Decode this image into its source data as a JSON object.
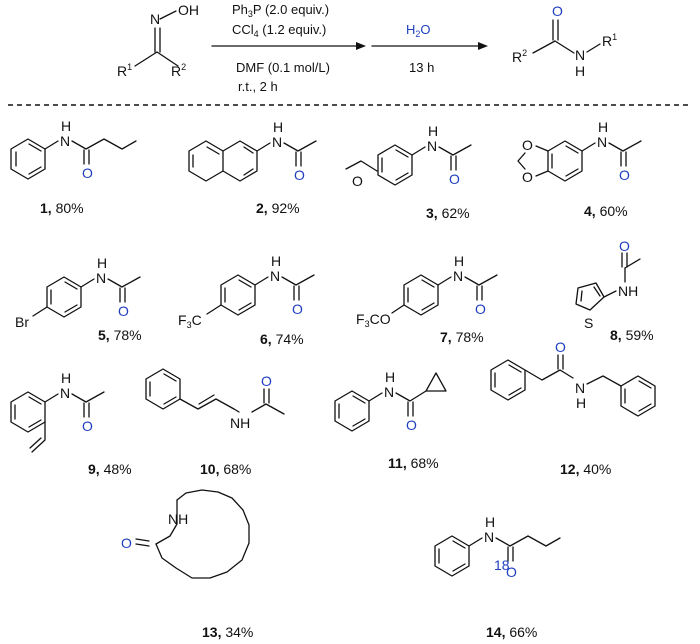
{
  "reaction": {
    "reagent_1": "Ph3P (2.0 equiv.)",
    "reagent_2": "CCl4 (1.2 equiv.)",
    "solvent": "DMF (0.1 mol/L)",
    "condition_1": "r.t., 2 h",
    "reagent_3": "H2O",
    "condition_2": "13 h",
    "oxime_group": "OH",
    "sub_r1": "1",
    "sub_r2": "2",
    "product_o": "O"
  },
  "atoms": {
    "O": "O",
    "H": "H",
    "N": "N",
    "NH": "NH",
    "S": "S",
    "Br": "Br",
    "O_ring": "O",
    "ch3o": "O",
    "f3c": "F3C",
    "f3co": "F3CO",
    "iso18": "18"
  },
  "compounds": [
    {
      "id": "1",
      "yield": "80%"
    },
    {
      "id": "2",
      "yield": "92%"
    },
    {
      "id": "3",
      "yield": "62%"
    },
    {
      "id": "4",
      "yield": "60%"
    },
    {
      "id": "5",
      "yield": "78%"
    },
    {
      "id": "6",
      "yield": "74%"
    },
    {
      "id": "7",
      "yield": "78%"
    },
    {
      "id": "8",
      "yield": "59%"
    },
    {
      "id": "9",
      "yield": "48%"
    },
    {
      "id": "10",
      "yield": "68%"
    },
    {
      "id": "11",
      "yield": "68%"
    },
    {
      "id": "12",
      "yield": "40%"
    },
    {
      "id": "13",
      "yield": "34%"
    },
    {
      "id": "14",
      "yield": "66%"
    }
  ],
  "colors": {
    "oxygen": "#1f3fbf",
    "bond": "#111111"
  }
}
